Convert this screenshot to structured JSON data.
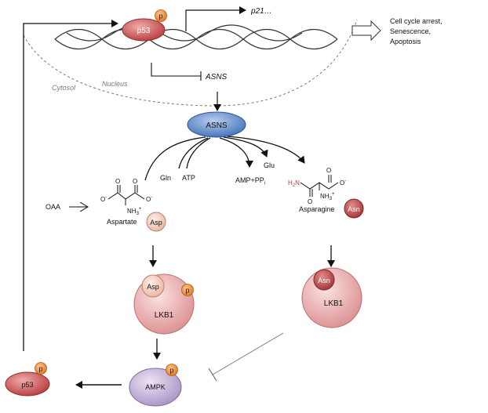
{
  "colors": {
    "p53_fill": "#c8484a",
    "asns_fill": "#5b87c4",
    "lkb1_fill": "#e8a3a3",
    "ampk_fill": "#b7a6cf",
    "phospho_fill": "#ef8d3a",
    "asp_fill": "#f6d1c4",
    "asn_fill": "#b0403f",
    "dna_stroke": "#333333",
    "membrane_stroke": "#777777"
  },
  "labels": {
    "p53_top": "p53",
    "p_badge": "p",
    "p21": "p21…",
    "outcome_line1": "Cell cycle arrest,",
    "outcome_line2": "Senescence,",
    "outcome_line3": "Apoptosis",
    "asns_gene": "ASNS",
    "cytosol": "Cytosol",
    "nucleus": "Nucleus",
    "asns_protein": "ASNS",
    "gln": "Gln",
    "atp": "ATP",
    "glu": "Glu",
    "amp_ppi": "AMP+PP",
    "amp_ppi_sub": "i",
    "oaa": "OAA",
    "aspartate": "Aspartate",
    "asp": "Asp",
    "asparagine": "Asparagine",
    "asn": "Asn",
    "lkb1_left": "LKB1",
    "lkb1_right": "LKB1",
    "ampk": "AMPK",
    "p53_bottom": "p53",
    "o_minus": "O",
    "o_plain": "O",
    "nh3": "NH",
    "nh3_sub": "3",
    "h2n": "H",
    "h2n_sub": "2",
    "h2n_n": "N",
    "minus": "-",
    "plus": "+"
  }
}
